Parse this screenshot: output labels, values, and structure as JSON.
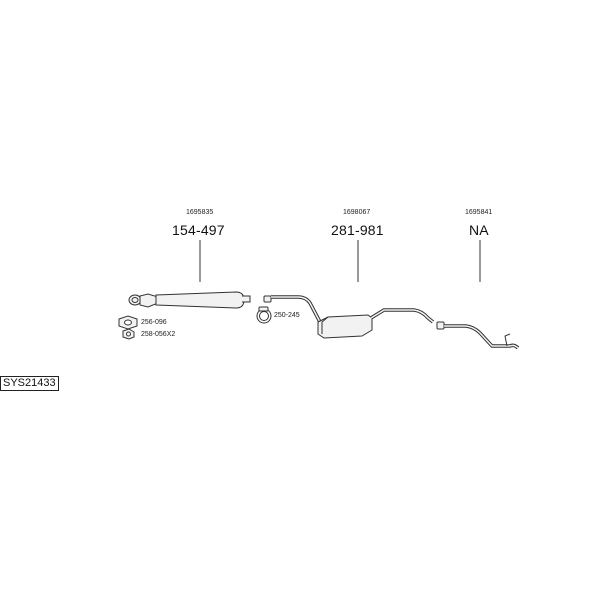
{
  "parts": [
    {
      "oem": "1695835",
      "part_number": "154-497"
    },
    {
      "oem": "1698067",
      "part_number": "281-981"
    },
    {
      "oem": "1695841",
      "part_number": "NA"
    }
  ],
  "accessories": [
    {
      "code": "256-096"
    },
    {
      "code": "258-056X2"
    },
    {
      "code": "250-245"
    }
  ],
  "system_id": "SYS21433"
}
